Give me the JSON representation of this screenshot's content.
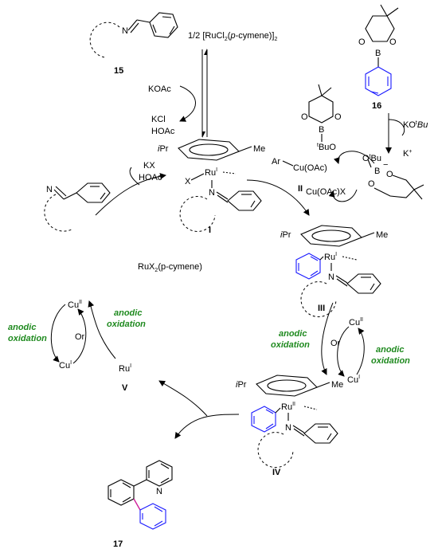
{
  "labels": {
    "c15": "15",
    "c16": "16",
    "c17": "17",
    "cI": "I",
    "cII": "II",
    "cIII": "III",
    "cIV": "IV",
    "cV": "V"
  },
  "reagents": {
    "ru_dimer_prefix": "1/2  [RuCl",
    "ru_dimer_sub": "2",
    "ru_dimer_open": "(",
    "ru_dimer_pcym": "p",
    "ru_dimer_rest": "-cymene)]",
    "ru_dimer_sub2": "2",
    "koac": "KOAc",
    "kcl": "KCl",
    "hoac1": "HOAc",
    "kx": "KX",
    "hoac2": "HOAc",
    "kotbu_prefix": "KO",
    "kotbu_t": "t",
    "kotbu_bu": "Bu",
    "kplus": "K",
    "kplus_sup": "+",
    "rux2": "RuX",
    "rux2_sub": "2",
    "rux2_rest": "(p-cymene)",
    "cu_oac_top": "Cu(OAc)",
    "ar": "Ar",
    "cu_oac_x": "Cu(OAc)X",
    "tbuo_t": "t",
    "tbuo": "BuO",
    "otbu_o": "O",
    "otbu_t": "t",
    "otbu_bu": "Bu",
    "b": "B",
    "o": "O",
    "minus": "−"
  },
  "metals": {
    "ru": "Ru",
    "ru_sup_I": "I",
    "ru_sup_II": "II",
    "ipr_i": "i",
    "ipr": "Pr",
    "me": "Me",
    "x": "X",
    "n": "N",
    "cu": "Cu",
    "cu_II": "II",
    "cu_I": "I",
    "or": "Or",
    "ruV": "Ru",
    "ruV_sup": "I"
  },
  "green": {
    "anodic": "anodic",
    "oxidation": "oxidation"
  }
}
